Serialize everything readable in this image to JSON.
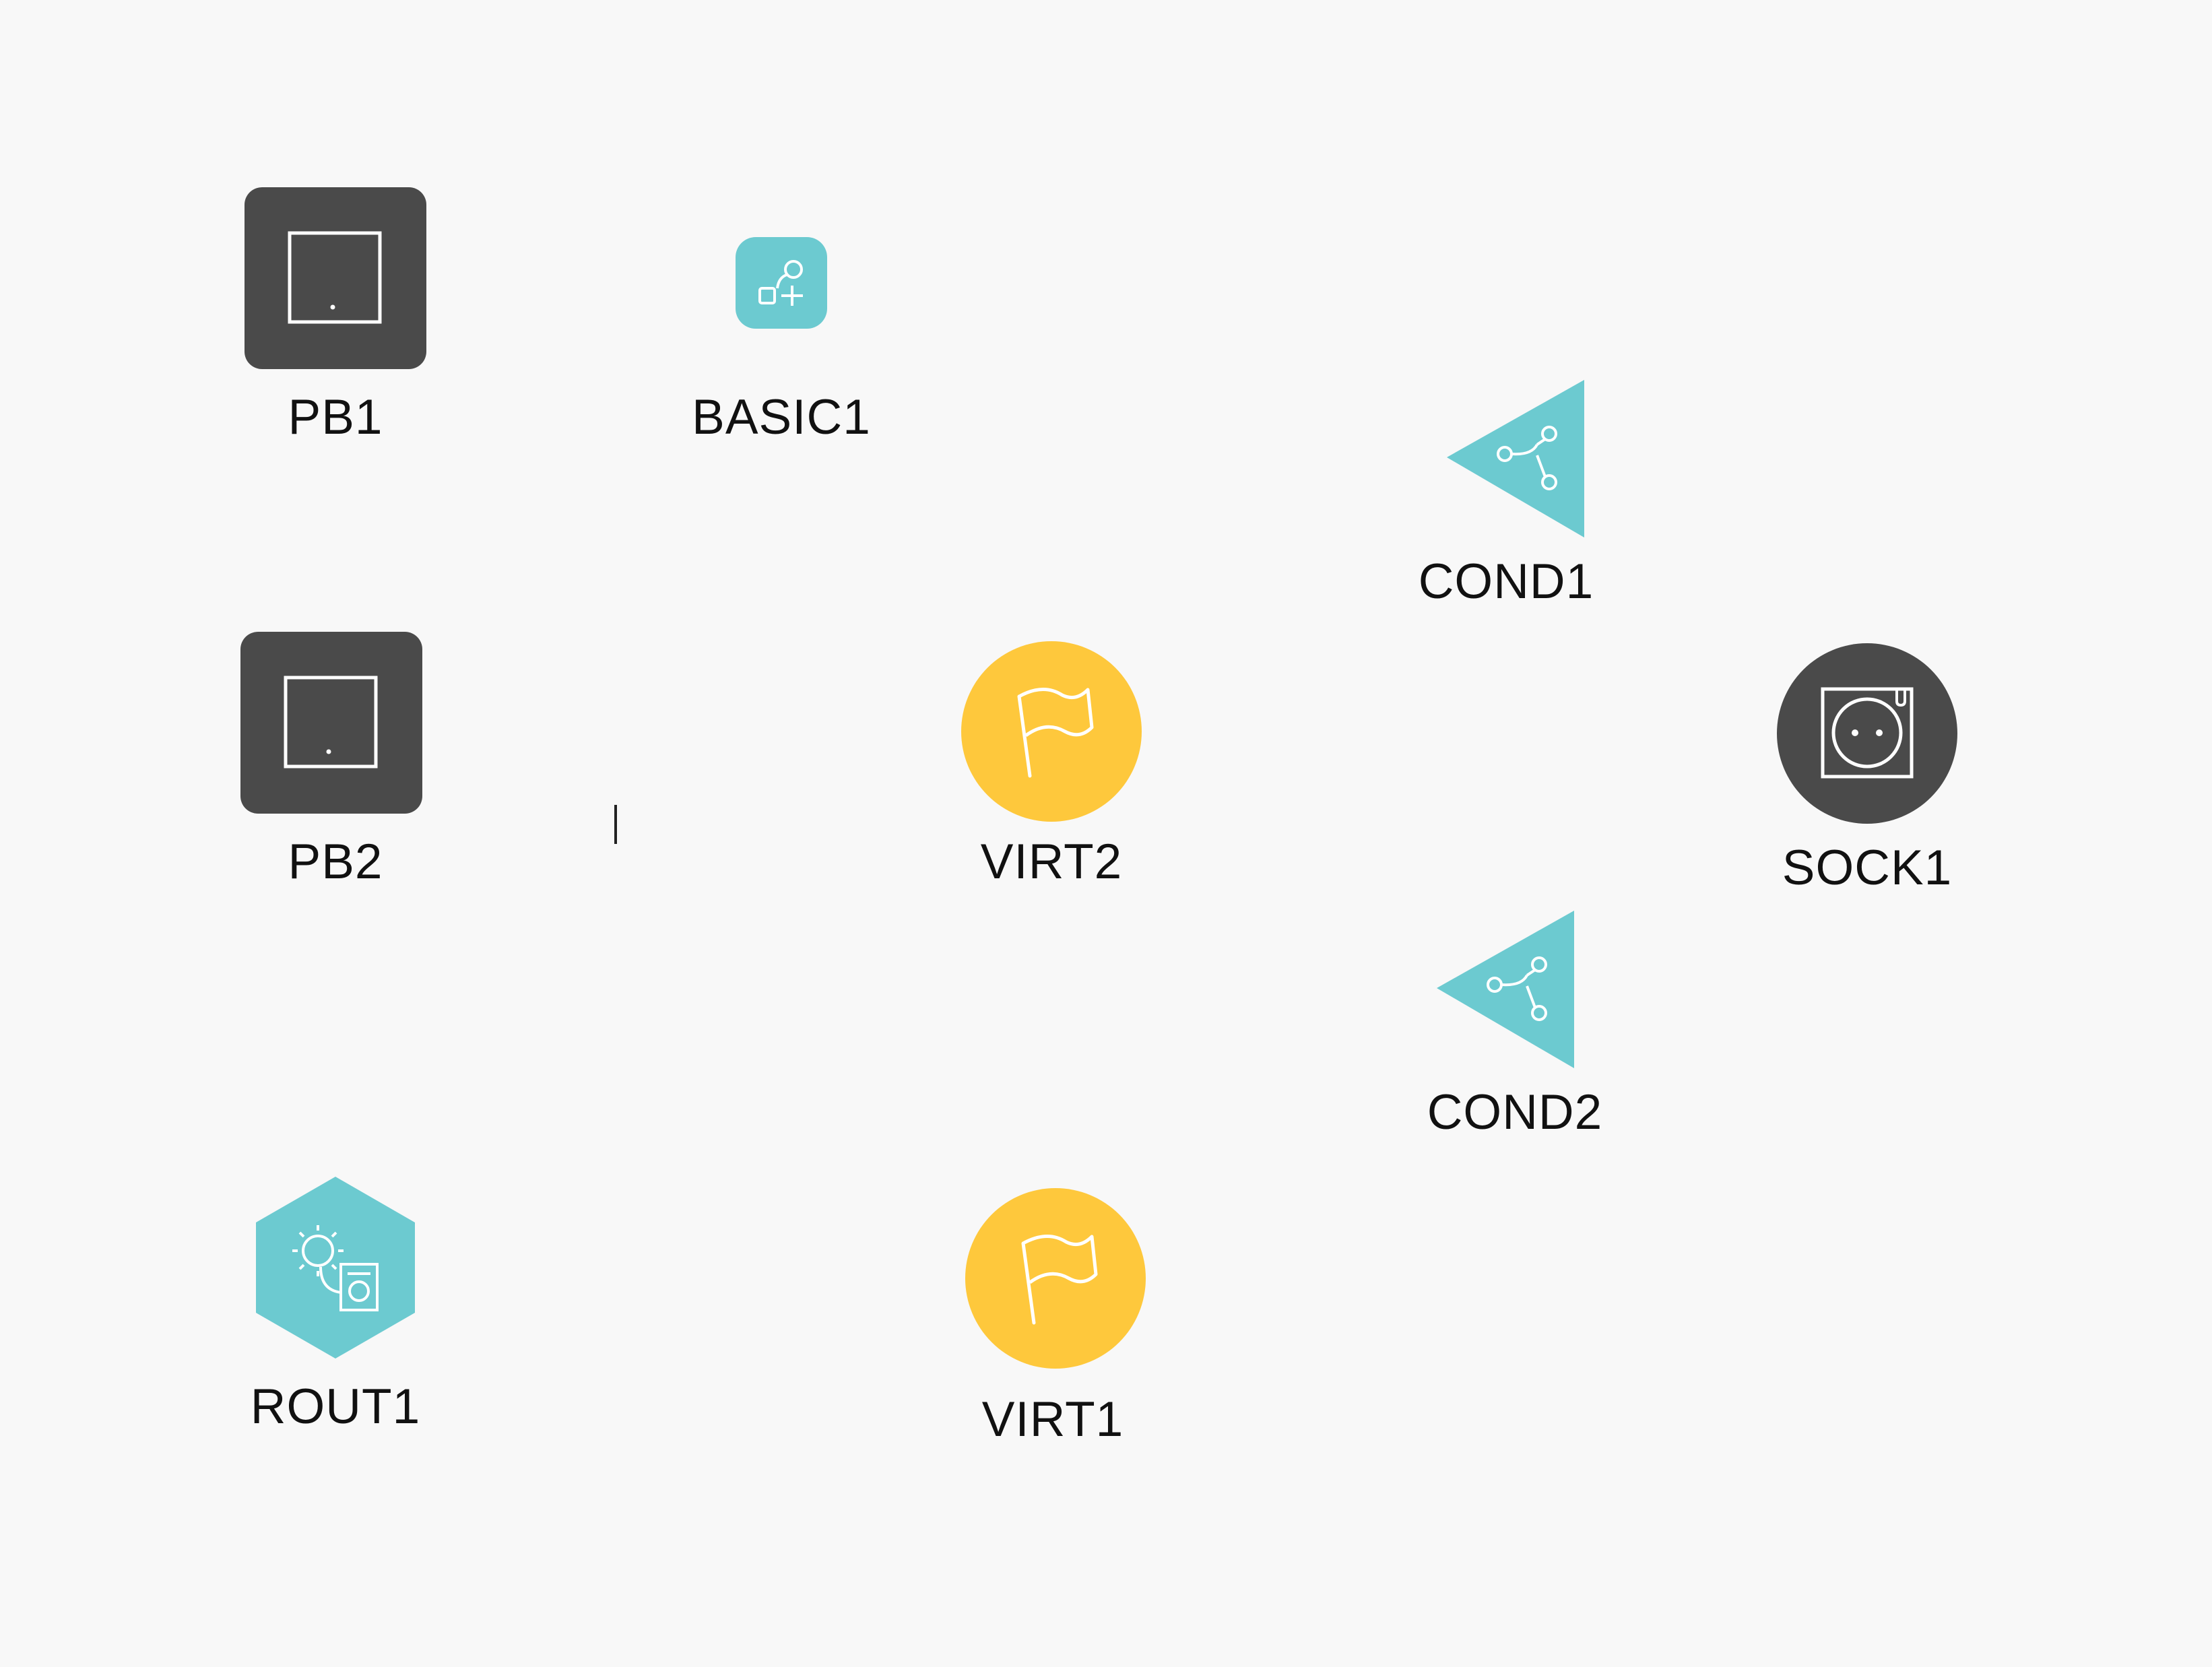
{
  "canvas": {
    "background": "#f8f8f8"
  },
  "colors": {
    "dark": "#4a4a4a",
    "teal": "#6ccad0",
    "yellow": "#fec83c",
    "line": "#ffffff",
    "label": "#111111"
  },
  "nodes": {
    "pb1": {
      "label": "PB1",
      "type": "push-button",
      "icon": "push-button-icon"
    },
    "basic1": {
      "label": "BASIC1",
      "type": "basic-logic",
      "icon": "basic-logic-icon"
    },
    "cond1": {
      "label": "COND1",
      "type": "condition",
      "icon": "condition-branch-icon"
    },
    "pb2": {
      "label": "PB2",
      "type": "push-button",
      "icon": "push-button-icon"
    },
    "virt2": {
      "label": "VIRT2",
      "type": "virtual-flag",
      "icon": "flag-icon"
    },
    "sock1": {
      "label": "SOCK1",
      "type": "socket",
      "icon": "socket-icon"
    },
    "cond2": {
      "label": "COND2",
      "type": "condition",
      "icon": "condition-branch-icon"
    },
    "rout1": {
      "label": "ROUT1",
      "type": "routine",
      "icon": "routine-sun-appliance-icon"
    },
    "virt1": {
      "label": "VIRT1",
      "type": "virtual-flag",
      "icon": "flag-icon"
    }
  }
}
